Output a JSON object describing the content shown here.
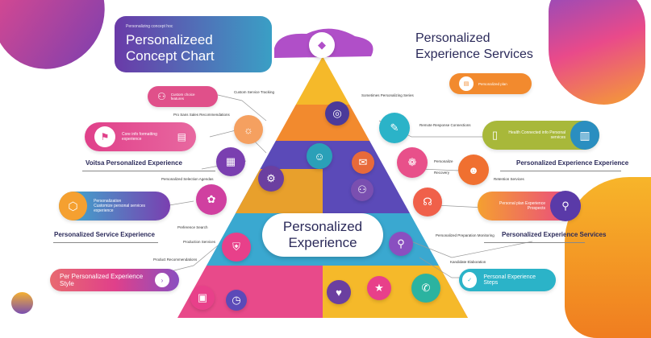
{
  "title_card": {
    "subtitle": "Personalizing concept hoc",
    "title_line1": "Personalizeed",
    "title_line2": "Concept Chart"
  },
  "right_title": {
    "line1": "Personalized",
    "line2": "Experience Services"
  },
  "center_label": {
    "line1": "Personalized",
    "line2": "Experience"
  },
  "left": {
    "pill1_text": "Custom choice features",
    "pill2_text": "Core info formatting experience",
    "label1": "Voitsa Personalized Experience",
    "pill3_title": "Personalization",
    "pill3_text": "Customize personal services experience",
    "label2": "Personalized Service Experience",
    "pill4_text": "Per Personalized Experience Style",
    "notes": [
      "Custom Service Tracking",
      "Pro Sans Sales Recommendations",
      "Personalized Selection Agendas",
      "Preference Search",
      "Production Services",
      "Product Recommendations"
    ]
  },
  "right": {
    "pill1_text": "Personalized plan",
    "pill2_text": "Health Connected info Personal services",
    "label1": "Personalized Experience Experience",
    "pill3_text": "Personal plan Experience Prospects",
    "label2": "Personalized Experience Services",
    "pill4_text": "Personal Experience Steps",
    "notes": [
      "Sometimes Personalizing Series",
      "Remote Response Connections",
      "Personalize",
      "Recovery",
      "Retention Services",
      "Personalized Preparation Monitoring",
      "Kandidate Elaboration"
    ]
  },
  "colors": {
    "purple": "#6b3fa0",
    "pink": "#e0407f",
    "orange": "#f28a2e",
    "yellow": "#f5b92a",
    "teal": "#2bb3c0",
    "green": "#a8b83a"
  }
}
